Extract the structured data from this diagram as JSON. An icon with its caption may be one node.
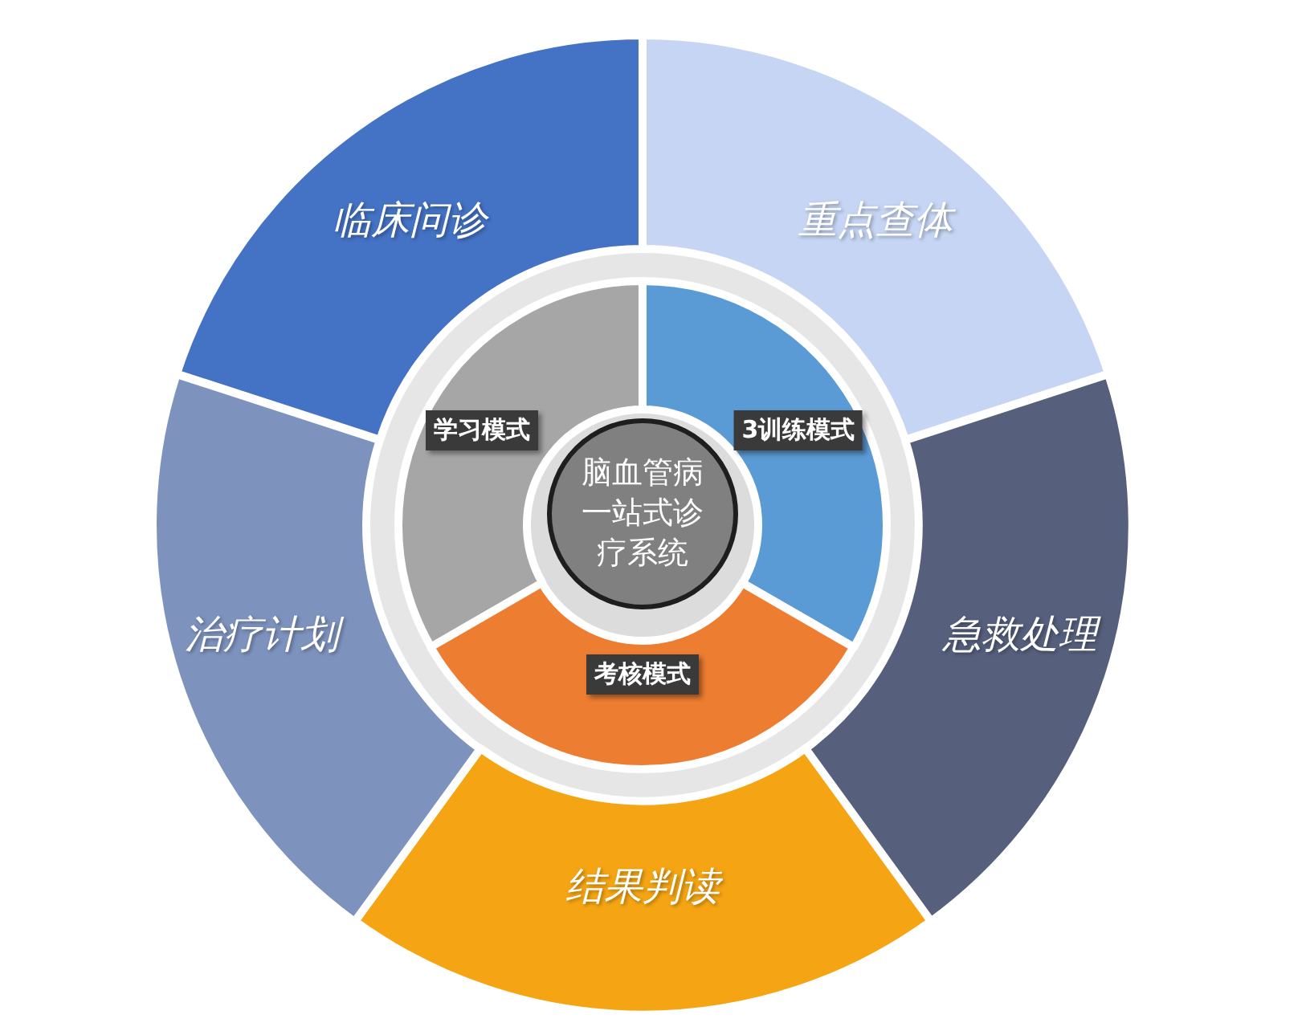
{
  "diagram": {
    "nodes": [
      {
        "text": [
          "临床问诊"
        ]
      },
      {
        "text": [
          "重点查体"
        ]
      },
      {
        "text": [
          "急救处理"
        ]
      },
      {
        "text": [
          "结果判读"
        ]
      },
      {
        "text": [
          "治疗计划"
        ]
      },
      {
        "text": [
          "学习模式"
        ]
      },
      {
        "text": [
          "3训练模式"
        ]
      },
      {
        "text": [
          "考核模式"
        ]
      },
      {
        "text": [
          "脑血管病一站式诊疗系统"
        ]
      }
    ]
  }
}
